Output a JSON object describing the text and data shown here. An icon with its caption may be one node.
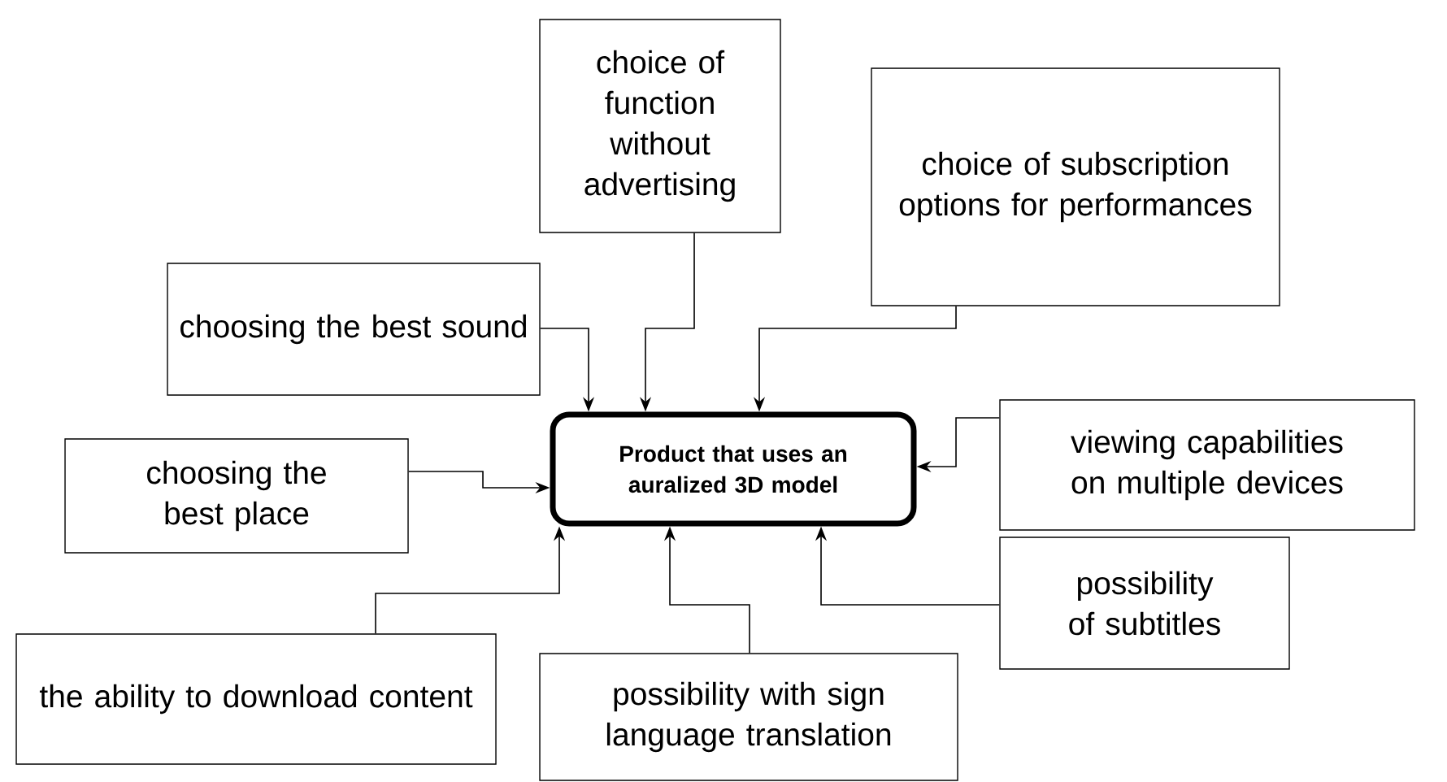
{
  "diagram": {
    "nodes": [
      {
        "text": [
          "Product that uses an auralized 3D model"
        ]
      },
      {
        "text": [
          "choice of function without advertising"
        ]
      },
      {
        "text": [
          "choice of subscription options for performances"
        ]
      },
      {
        "text": [
          "choosing the best sound"
        ]
      },
      {
        "text": [
          "viewing capabilities on multiple devices"
        ]
      },
      {
        "text": [
          "choosing the best place"
        ]
      },
      {
        "text": [
          "the ability to download content"
        ]
      },
      {
        "text": [
          "possibility with sign language translation"
        ]
      },
      {
        "text": [
          "possibility of subtitles"
        ]
      }
    ],
    "edges": [
      {
        "from": 3,
        "to": 0,
        "arrow": "to"
      },
      {
        "from": 1,
        "to": 0,
        "arrow": "to"
      },
      {
        "from": 2,
        "to": 0,
        "arrow": "to"
      },
      {
        "from": 4,
        "to": 0,
        "arrow": "to"
      },
      {
        "from": 5,
        "to": 0,
        "arrow": "to"
      },
      {
        "from": 6,
        "to": 0,
        "arrow": "to"
      },
      {
        "from": 7,
        "to": 0,
        "arrow": "to"
      },
      {
        "from": 8,
        "to": 0,
        "arrow": "to"
      }
    ]
  }
}
